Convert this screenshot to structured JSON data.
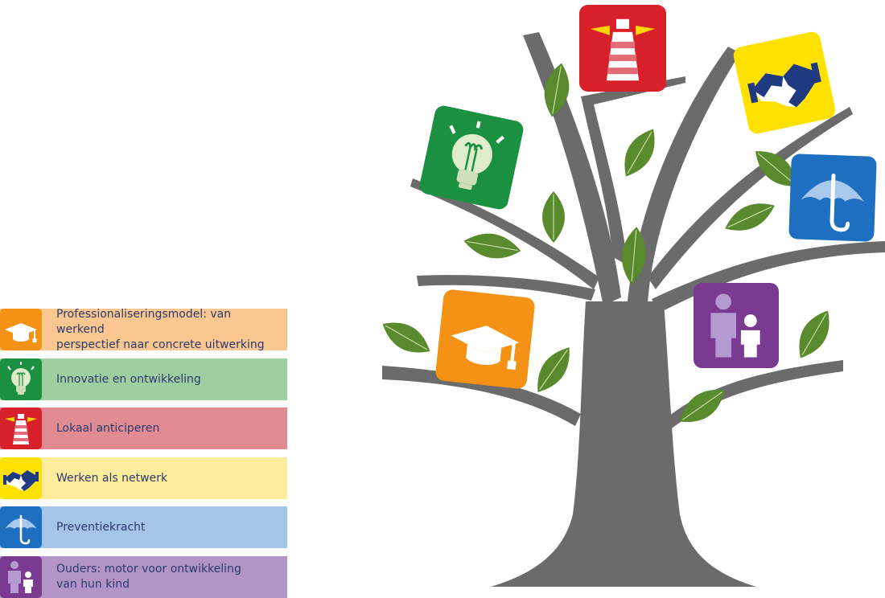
{
  "colors": {
    "trunk": "#6b6b6b",
    "leaf": "#5a8a2e",
    "leaf_vein": "#c8dba4",
    "label_text": "#2a3a6e"
  },
  "legend": {
    "items": [
      {
        "key": "professionalisering",
        "label_lines": [
          "Professionaliseringsmodel: van werkend",
          "perspectief naar concrete uitwerking"
        ],
        "icon": "graduation-cap-icon",
        "icon_color": "#f39214",
        "bg_color": "#fac790"
      },
      {
        "key": "innovatie",
        "label_lines": [
          "Innovatie en ontwikkeling"
        ],
        "icon": "lightbulb-icon",
        "icon_color": "#1a9040",
        "bg_color": "#9fcfa0"
      },
      {
        "key": "lokaal",
        "label_lines": [
          "Lokaal anticiperen"
        ],
        "icon": "lighthouse-icon",
        "icon_color": "#d8202a",
        "bg_color": "#e08a92"
      },
      {
        "key": "netwerk",
        "label_lines": [
          "Werken als netwerk"
        ],
        "icon": "handshake-icon",
        "icon_color": "#ffe100",
        "bg_color": "#fdec9c"
      },
      {
        "key": "preventie",
        "label_lines": [
          "Preventiekracht"
        ],
        "icon": "umbrella-icon",
        "icon_color": "#1f6fc0",
        "bg_color": "#a4c4e8"
      },
      {
        "key": "ouders",
        "label_lines": [
          "Ouders: motor voor ontwikkeling",
          "van hun kind"
        ],
        "icon": "parent-child-icon",
        "icon_color": "#7a3a92",
        "bg_color": "#b295c6"
      }
    ]
  },
  "tree": {
    "tiles": [
      {
        "key": "lokaal",
        "icon": "lighthouse-icon",
        "color": "#d8202a"
      },
      {
        "key": "netwerk",
        "icon": "handshake-icon",
        "color": "#ffe100"
      },
      {
        "key": "innovatie",
        "icon": "lightbulb-icon",
        "color": "#1a9040"
      },
      {
        "key": "preventie",
        "icon": "umbrella-icon",
        "color": "#1f6fc0"
      },
      {
        "key": "professionalisering",
        "icon": "graduation-cap-icon",
        "color": "#f39214"
      },
      {
        "key": "ouders",
        "icon": "parent-child-icon",
        "color": "#7a3a92"
      }
    ]
  }
}
